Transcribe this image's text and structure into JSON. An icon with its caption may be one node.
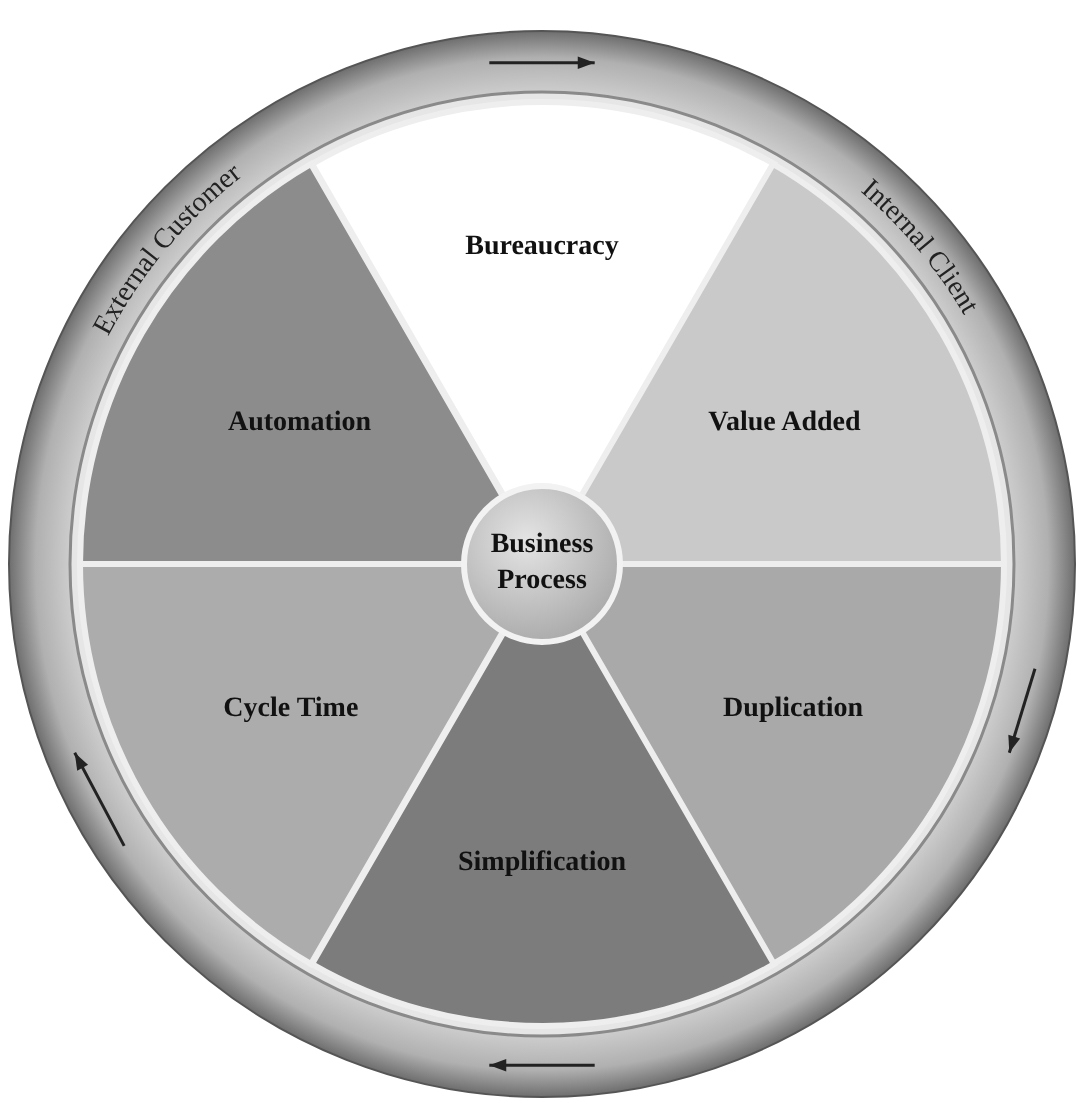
{
  "diagram": {
    "nodes": [
      {
        "text": [
          "External Customer",
          "Internal Client"
        ]
      },
      {
        "text": [
          "Bureaucracy"
        ],
        "in": 0
      },
      {
        "text": [
          "Automation"
        ],
        "in": 0
      },
      {
        "text": [
          "Value Added"
        ],
        "in": 0
      },
      {
        "text": [
          "Business Process"
        ],
        "in": 0
      },
      {
        "text": [
          "Cycle Time"
        ],
        "in": 0
      },
      {
        "text": [
          "Duplication"
        ],
        "in": 0
      },
      {
        "text": [
          "Simplification"
        ],
        "in": 0
      }
    ],
    "edges": []
  }
}
